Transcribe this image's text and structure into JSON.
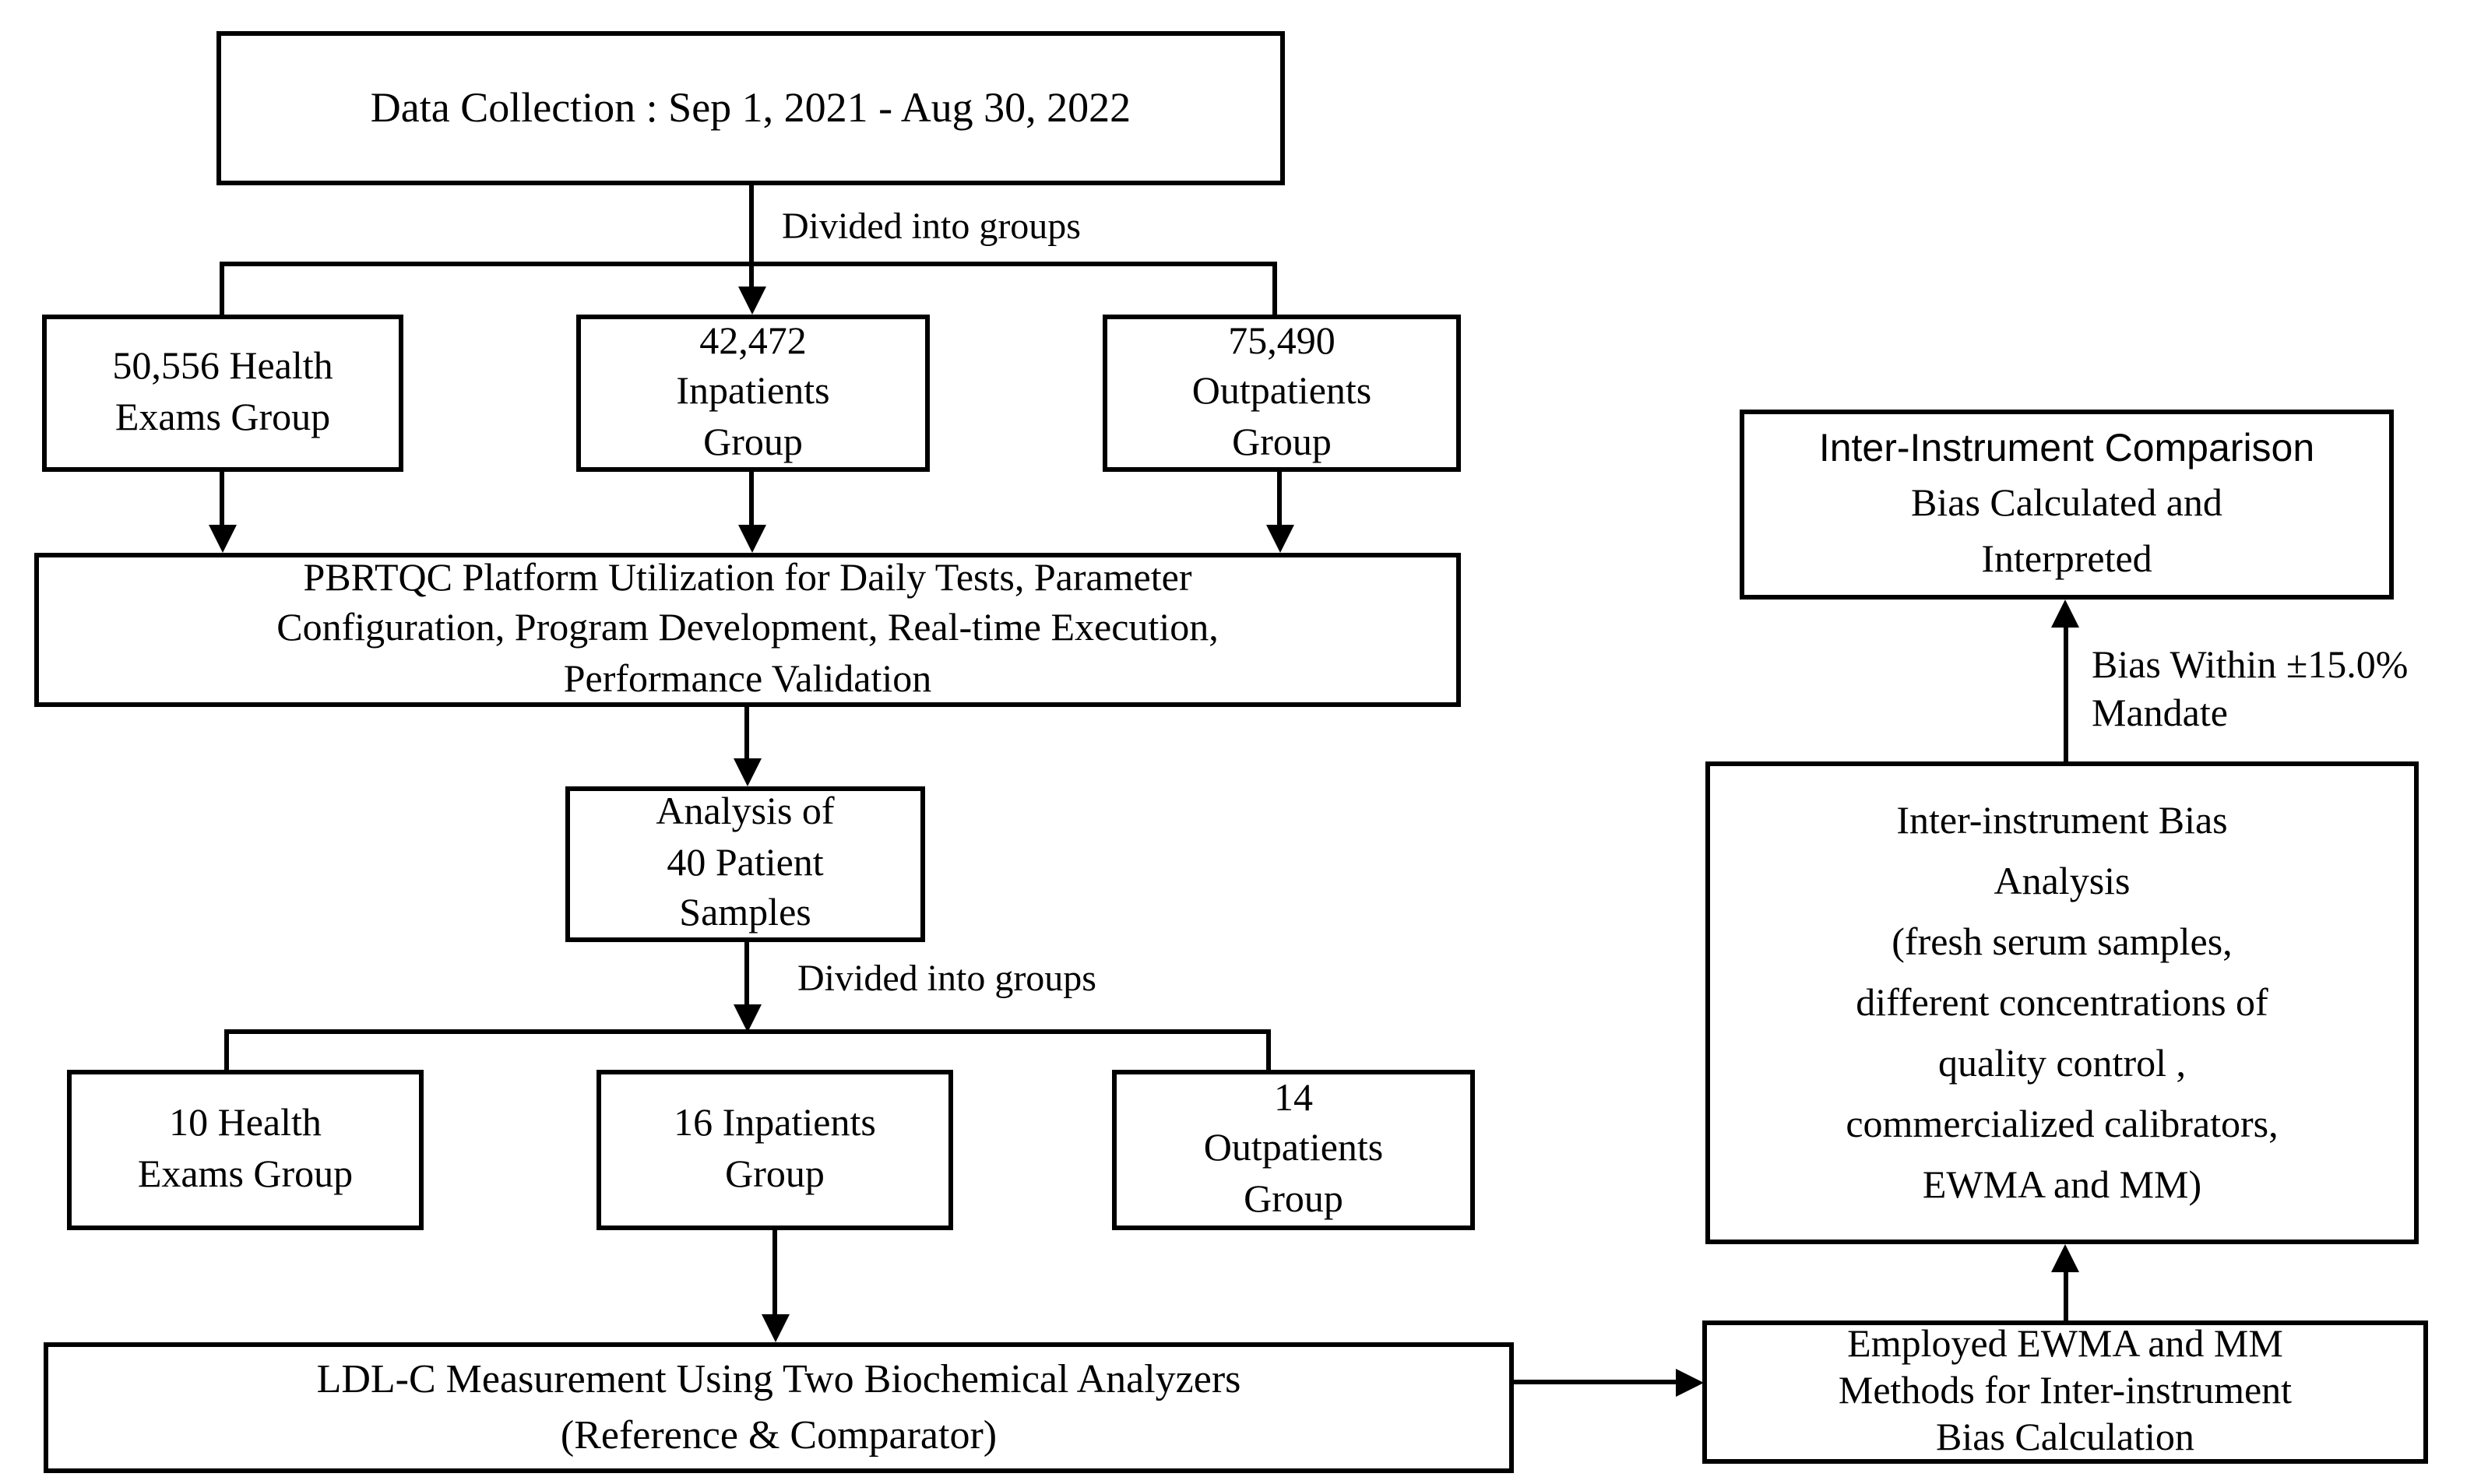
{
  "colors": {
    "line": "#000000",
    "background": "#ffffff"
  },
  "boxes": {
    "data_collection": {
      "lines": [
        "Data Collection : Sep 1, 2021 - Aug 30, 2022"
      ]
    },
    "health_exams_50556": {
      "lines": [
        "50,556 Health",
        "Exams Group"
      ]
    },
    "inpatients_42472": {
      "lines": [
        "42,472",
        "Inpatients",
        "Group"
      ]
    },
    "outpatients_75490": {
      "lines": [
        "75,490",
        "Outpatients",
        "Group"
      ]
    },
    "pbrtqc": {
      "lines": [
        "PBRTQC Platform Utilization for Daily Tests, Parameter",
        "Configuration, Program Development, Real-time Execution,",
        "Performance Validation"
      ]
    },
    "analysis_samples": {
      "lines": [
        "Analysis of",
        "40 Patient",
        "Samples"
      ]
    },
    "health_exams_10": {
      "lines": [
        "10 Health",
        "Exams Group"
      ]
    },
    "inpatients_16": {
      "lines": [
        "16 Inpatients",
        "Group"
      ]
    },
    "outpatients_14": {
      "lines": [
        "14",
        "Outpatients",
        "Group"
      ]
    },
    "ldlc_measurement": {
      "lines": [
        "LDL-C Measurement Using Two Biochemical Analyzers",
        "(Reference & Comparator)"
      ]
    },
    "employed_methods": {
      "lines": [
        "Employed EWMA and MM",
        "Methods for Inter-instrument",
        "Bias Calculation"
      ]
    },
    "bias_analysis": {
      "lines": [
        "Inter-instrument Bias",
        "Analysis",
        "(fresh serum samples,",
        "different concentrations of",
        "quality control ,",
        "commercialized calibrators,",
        "EWMA and MM)"
      ]
    },
    "comparison_interpreted": {
      "lines": [
        "Inter-Instrument Comparison",
        "Bias Calculated and",
        "Interpreted"
      ]
    }
  },
  "labels": {
    "divided_into_groups_1": "Divided into groups",
    "divided_into_groups_2": "Divided into groups",
    "bias_within_line1": "Bias Within ±15.0%",
    "bias_within_line2": "Mandate"
  }
}
